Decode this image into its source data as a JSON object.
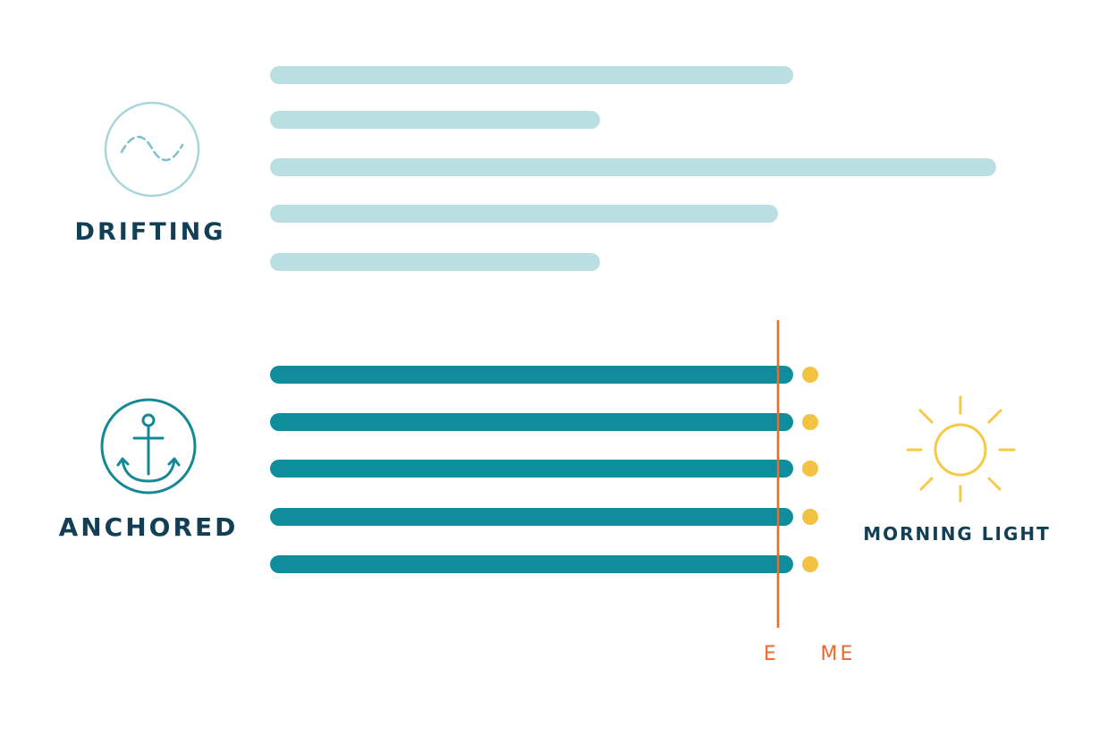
{
  "groups": {
    "drifting": {
      "label": "DRIFTING",
      "icon": "wave-circle-icon",
      "bar_color": "#b9dfe3",
      "bar_lengths": [
        0.72,
        0.455,
        1.0,
        0.7,
        0.455
      ]
    },
    "anchored": {
      "label": "ANCHORED",
      "icon": "anchor-icon",
      "bar_color": "#0f8d9d",
      "bar_lengths": [
        0.72,
        0.72,
        0.72,
        0.72,
        0.72
      ]
    }
  },
  "markers": {
    "dot_color": "#f3c243",
    "line_color": "#ef6a25"
  },
  "sun": {
    "label": "MORNING LIGHT",
    "icon": "sun-icon",
    "color": "#f6c946"
  },
  "axis_labels": {
    "left": "E",
    "right": "ME"
  },
  "colors": {
    "text": "#123f56",
    "icon_light": "#7dc1cb",
    "icon_dark": "#158896"
  }
}
